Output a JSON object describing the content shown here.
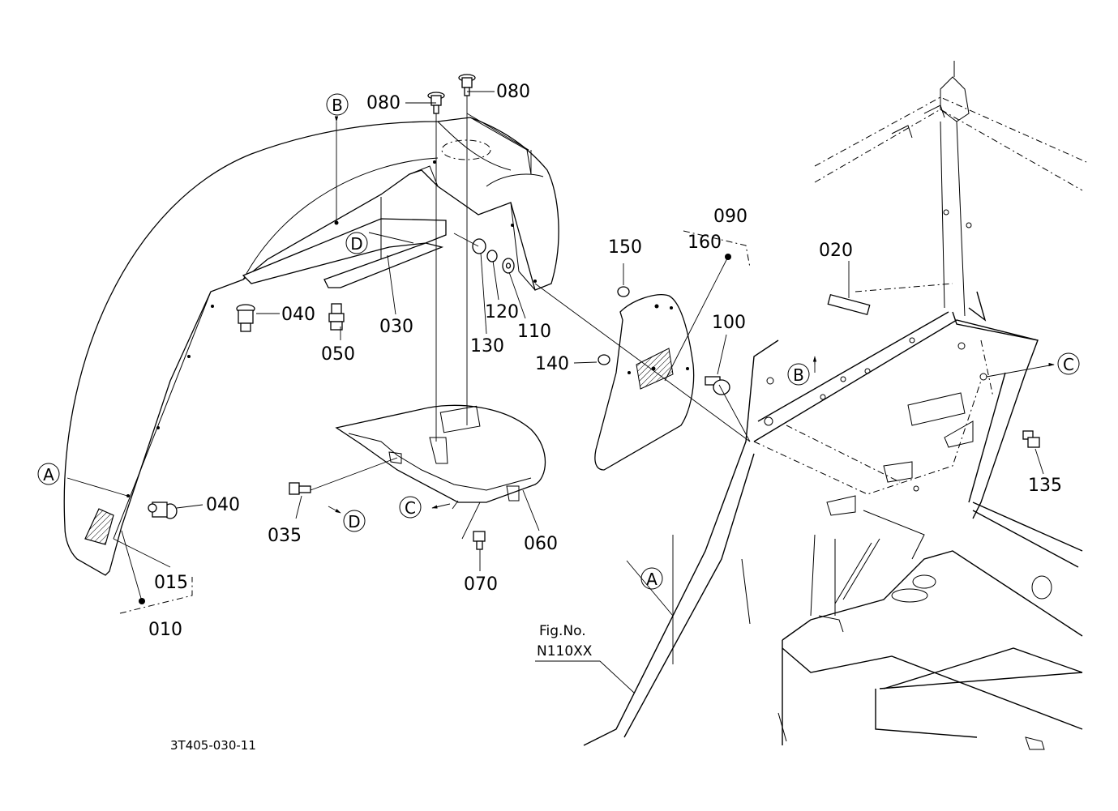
{
  "diagram": {
    "drawing_number": "3T405-030-11",
    "figure_ref": {
      "title": "Fig.No.",
      "code": "N110XX"
    },
    "part_labels": {
      "p010": "010",
      "p015": "015",
      "p020": "020",
      "p030": "030",
      "p035": "035",
      "p040a": "040",
      "p040b": "040",
      "p050": "050",
      "p060": "060",
      "p070": "070",
      "p080a": "080",
      "p080b": "080",
      "p090": "090",
      "p100": "100",
      "p110": "110",
      "p120": "120",
      "p130": "130",
      "p135": "135",
      "p140": "140",
      "p150": "150",
      "p160": "160"
    },
    "ref_markers": {
      "a1": "A",
      "a2": "A",
      "b1": "B",
      "b2": "B",
      "c1": "C",
      "c2": "C",
      "d1": "D",
      "d2": "D"
    }
  }
}
